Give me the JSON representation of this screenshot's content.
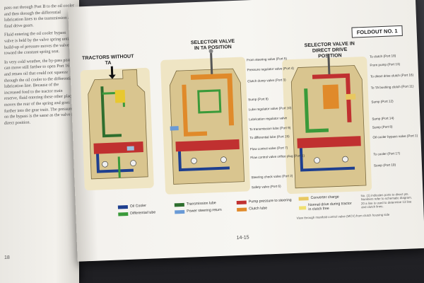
{
  "left_page": {
    "paragraphs": [
      "pass out through Port B to the oil cooler and then through the differential lubrication lines to the transmission and final drive gears.",
      "Fluid entering the oil cooler bypass valve is held by the valve spring until a build-up of pressure moves the valve toward the constant spring seat.",
      "In very cold weather, the by-pass piston can move still farther to open Port 16 and return oil that could not squeeze through the oil cooler to the differential lubrication line. Because of the increased feed to the tractor main reserve, fluid entering these other places moves the rear of the spring and goes further into the gear train. The pressure on the bypass is the same as the valve in direct position."
    ],
    "page_number": "18"
  },
  "foldout_label": "FOLDOUT NO. 1",
  "diagrams": [
    {
      "title": "TRACTORS WITHOUT TA"
    },
    {
      "title": "SELECTOR VALVE IN TA POSITION"
    },
    {
      "title": "SELECTOR VALVE IN DIRECT DRIVE POSITION"
    }
  ],
  "legend": [
    {
      "label": "Oil Cooler",
      "color": "#1e3f8f"
    },
    {
      "label": "Differential lube",
      "color": "#3a9a3a"
    },
    {
      "label": "Transmission lube",
      "color": "#2e6e2e"
    },
    {
      "label": "Power steering return",
      "color": "#6a9ad6"
    },
    {
      "label": "Pump pressure to steering",
      "color": "#c03030"
    },
    {
      "label": "Clutch lube",
      "color": "#e08a2a"
    },
    {
      "label": "Converter charge",
      "color": "#e8c860"
    },
    {
      "label": "Normal drive during tractor in clutch free",
      "color": "#f0e070"
    }
  ],
  "callouts_left": [
    "From steering valve (Port 5)",
    "Pressure regulator valve (Port 4)",
    "Clutch dump valve (Port 3)",
    "Sump (Port 8)",
    "Lube regulator valve (Port 10)",
    "Lubrication regulator valve",
    "To transmission lube (Port 9)",
    "To differential lube (Port 15)",
    "Flow control valve (Port 7)",
    "Flow control valve orifice plug (Port 1)",
    "Steering check valve (Port 2)",
    "Safety valve (Port 6)"
  ],
  "callouts_right": [
    "To clutch (Port 18)",
    "From pump (Port 13)",
    "To direct drive clutch (Port 16)",
    "To TA bushing clutch (Port 11)",
    "Sump (Port 12)",
    "Sump (Port 14)",
    "Sump (Port 8)",
    "Oil cooler bypass valve (Port 1)",
    "To cooler (Port 17)",
    "Sump (Port 19)"
  ],
  "footnote": "No. (1) indicates ports to direct pts. Numbers refer to schematic diagram. 20 a line is used to determine 13 line and clutch lines.",
  "bottom_caption": "View through manifold control valve (MCV) from clutch housing side",
  "page_number_right": "14-15"
}
